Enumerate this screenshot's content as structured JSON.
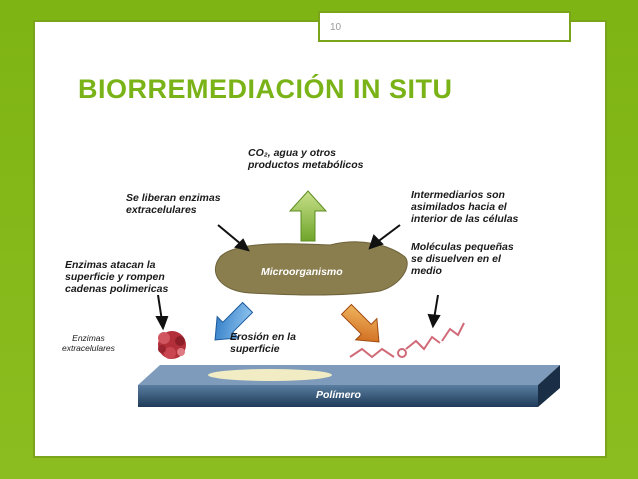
{
  "header": {
    "page_number": "10"
  },
  "title": "BIORREMEDIACIÓN IN SITU",
  "diagram": {
    "top_label": "CO₂, agua y otros\nproductos metabólicos",
    "left_top_label": "Se liberan enzimas\nextracelulares",
    "right_top_label": "Intermediarios son\nasimilados hacia el\ninterior de las células",
    "right_mid_label": "Moléculas pequeñas\nse disuelven en el\nmedio",
    "left_mid_label": "Enzimas atacan la\nsuperficie y rompen\ncadenas polimericas",
    "enzymes_label": "Enzimas\nextracelulares",
    "erosion_label": "Erosión en la\nsuperficie",
    "microorganism_label": "Microorganismo",
    "polymer_label": "Polímero"
  },
  "colors": {
    "background": "#7eb414",
    "title": "#7ab317",
    "microorganism": "#8a7d4e",
    "polymer": "#2f4f6f",
    "up_arrow": "#8fc23a",
    "left_arrow": "#3b8fd6",
    "right_arrow": "#e07a1c"
  }
}
